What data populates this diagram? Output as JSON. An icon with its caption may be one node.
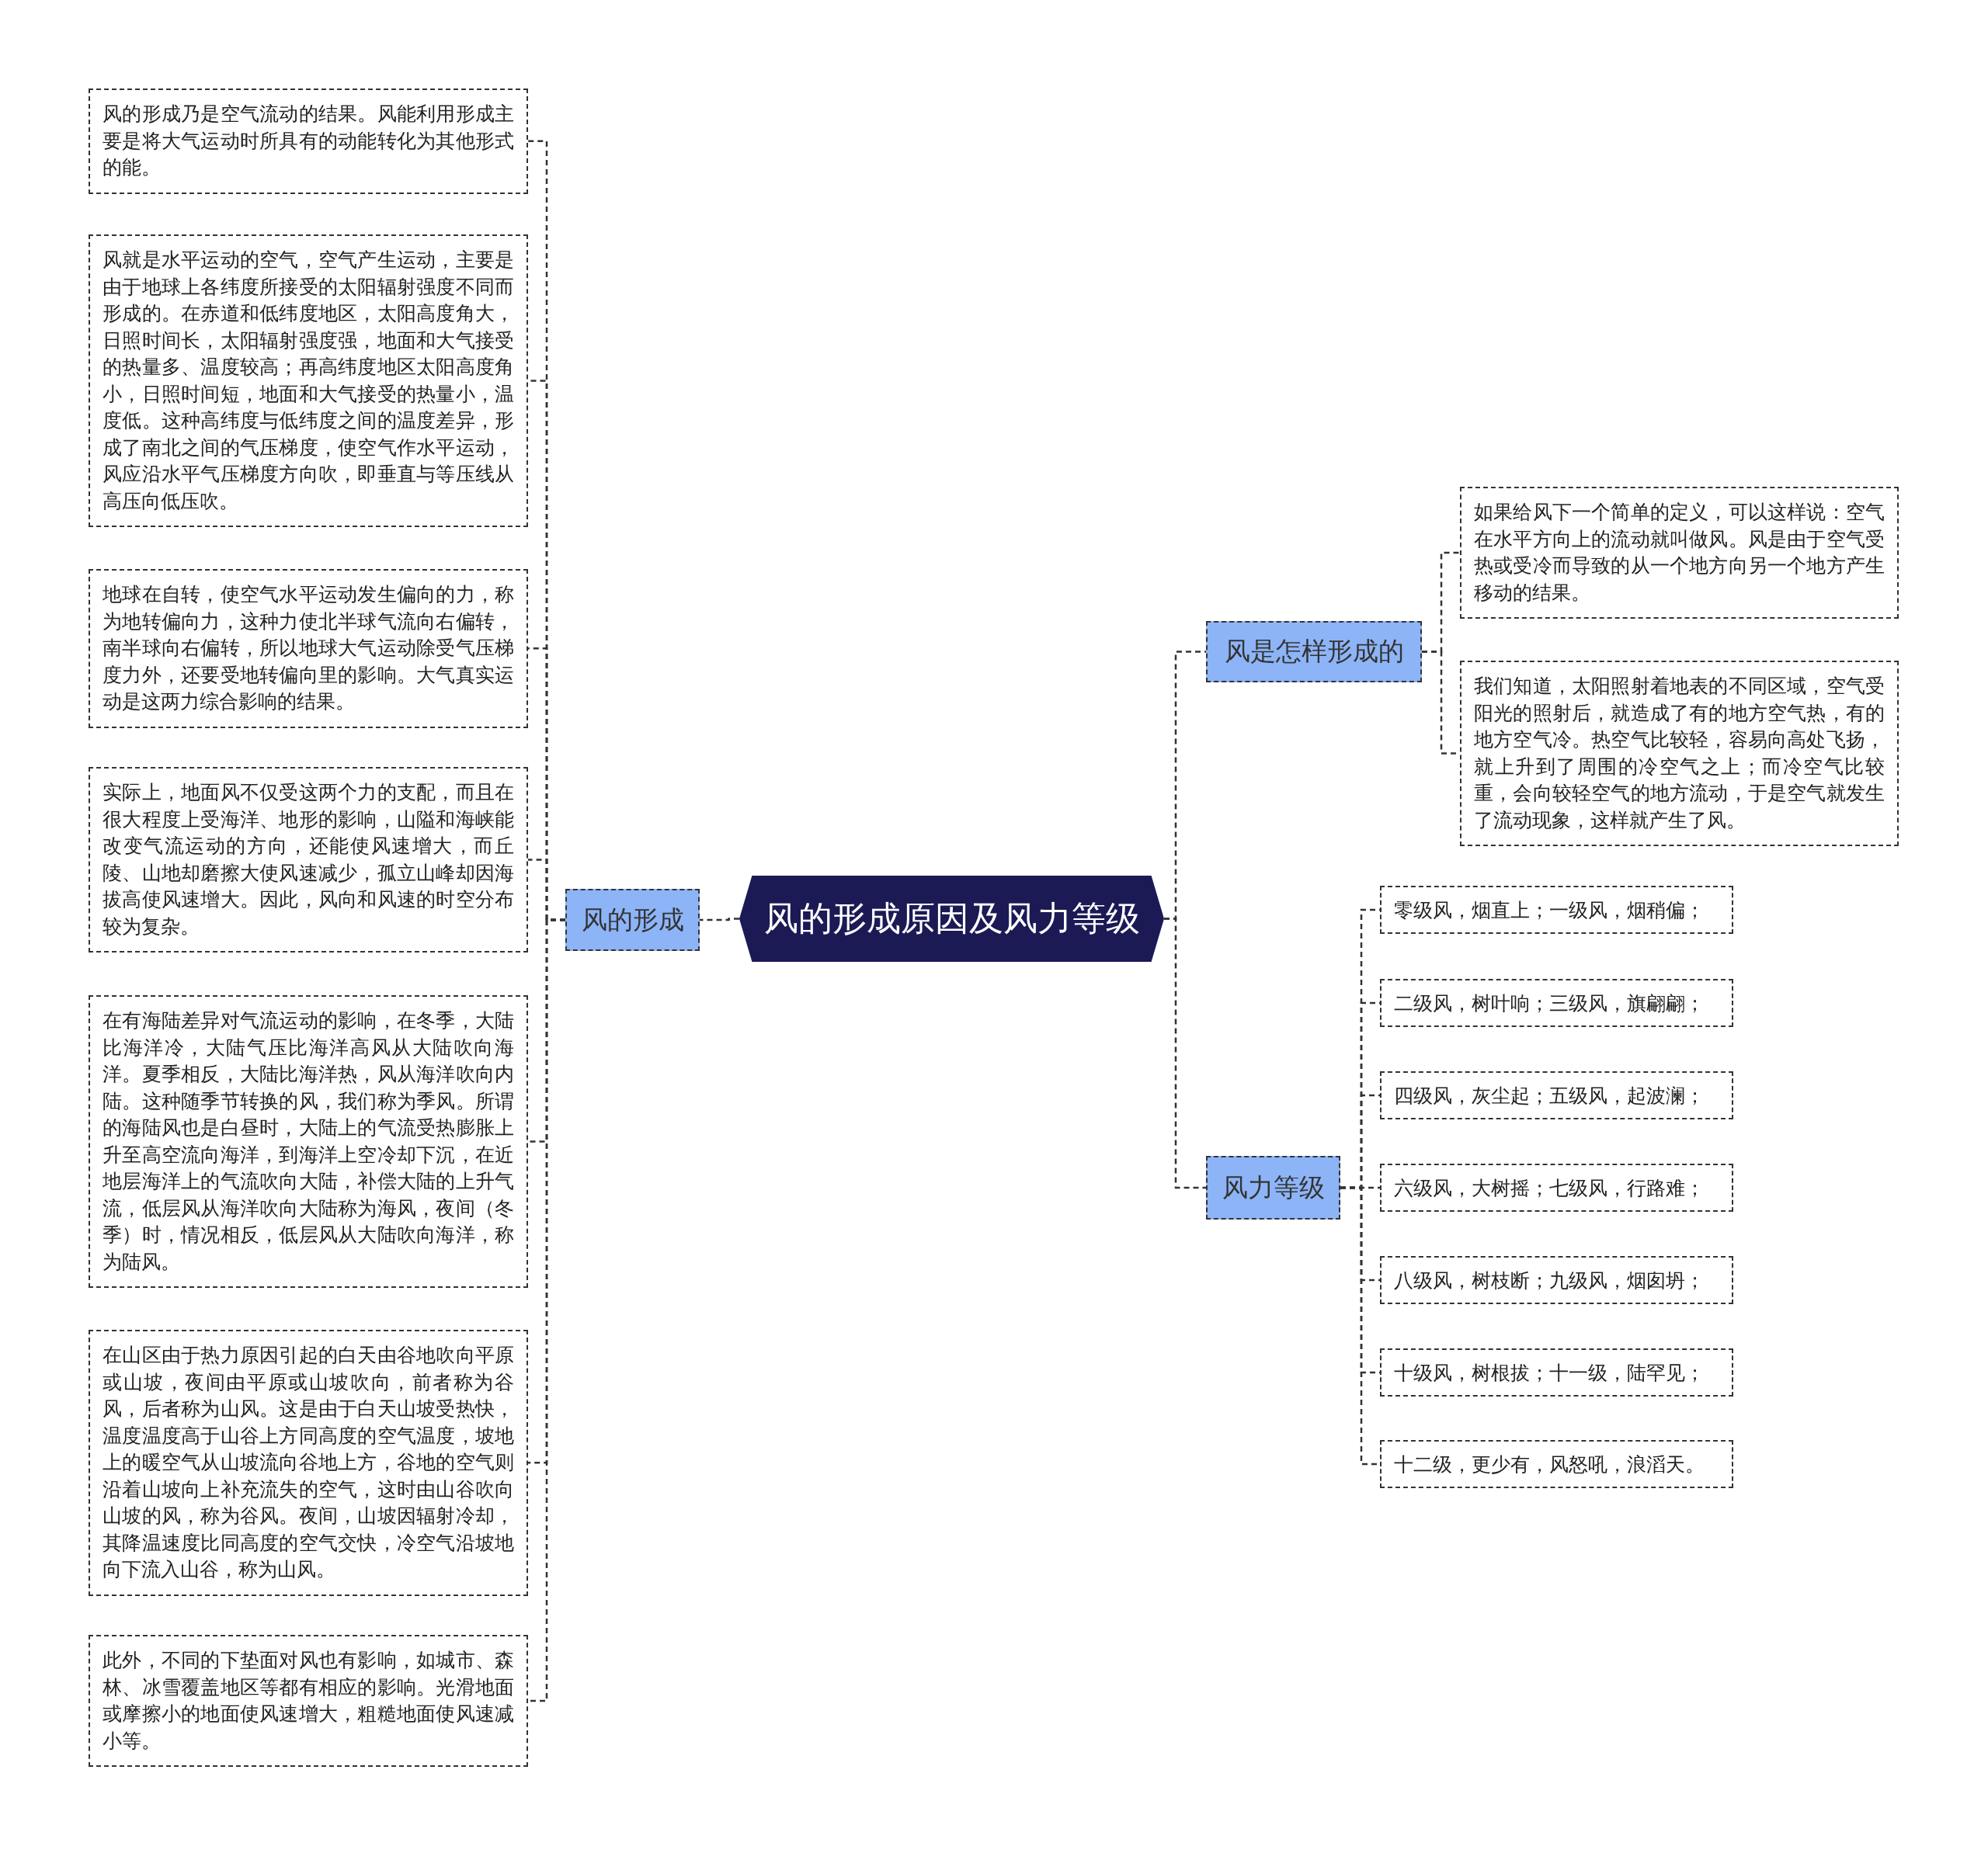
{
  "diagram": {
    "nodes": [
      {
        "text": [
          "风的形成原因及风力等级"
        ]
      },
      {
        "text": [
          "风的形成"
        ]
      },
      {
        "text": [
          "风的形成乃是空气流动的结果。风能利用形成主要是将大气运动时所具有的动能转化为其他形式的能。"
        ]
      },
      {
        "text": [
          "风就是水平运动的空气，空气产生运动，主要是由于地球上各纬度所接受的太阳辐射强度不同而形成的。在赤道和低纬度地区，太阳高度角大，日照时间长，太阳辐射强度强，地面和大气接受的热量多、温度较高；再高纬度地区太阳高度角小，日照时间短，地面和大气接受的热量小，温度低。这种高纬度与低纬度之间的温度差异，形成了南北之间的气压梯度，使空气作水平运动，风应沿水平气压梯度方向吹，即垂直与等压线从高压向低压吹。"
        ]
      },
      {
        "text": [
          "地球在自转，使空气水平运动发生偏向的力，称为地转偏向力，这种力使北半球气流向右偏转，南半球向右偏转，所以地球大气运动除受气压梯度力外，还要受地转偏向里的影响。大气真实运动是这两力综合影响的结果。"
        ]
      },
      {
        "text": [
          "实际上，地面风不仅受这两个力的支配，而且在很大程度上受海洋、地形的影响，山隘和海峡能改变气流运动的方向，还能使风速增大，而丘陵、山地却磨擦大使风速减少，孤立山峰却因海拔高使风速增大。因此，风向和风速的时空分布较为复杂。"
        ]
      },
      {
        "text": [
          "在有海陆差异对气流运动的影响，在冬季，大陆比海洋冷，大陆气压比海洋高风从大陆吹向海洋。夏季相反，大陆比海洋热，风从海洋吹向内陆。这种随季节转换的风，我们称为季风。所谓的海陆风也是白昼时，大陆上的气流受热膨胀上升至高空流向海洋，到海洋上空冷却下沉，在近地层海洋上的气流吹向大陆，补偿大陆的上升气流，低层风从海洋吹向大陆称为海风，夜间（冬季）时，情况相反，低层风从大陆吹向海洋，称为陆风。"
        ]
      },
      {
        "text": [
          "在山区由于热力原因引起的白天由谷地吹向平原或山坡，夜间由平原或山坡吹向，前者称为谷风，后者称为山风。这是由于白天山坡受热快，温度温度高于山谷上方同高度的空气温度，坡地上的暖空气从山坡流向谷地上方，谷地的空气则沿着山坡向上补充流失的空气，这时由山谷吹向山坡的风，称为谷风。夜间，山坡因辐射冷却，其降温速度比同高度的空气交快，冷空气沿坡地向下流入山谷，称为山风。"
        ]
      },
      {
        "text": [
          "此外，不同的下垫面对风也有影响，如城市、森林、冰雪覆盖地区等都有相应的影响。光滑地面或摩擦小的地面使风速增大，粗糙地面使风速减小等。"
        ]
      },
      {
        "text": [
          "风是怎样形成的"
        ]
      },
      {
        "text": [
          "如果给风下一个简单的定义，可以这样说：空气在水平方向上的流动就叫做风。风是由于空气受热或受冷而导致的从一个地方向另一个地方产生移动的结果。"
        ]
      },
      {
        "text": [
          "我们知道，太阳照射着地表的不同区域，空气受阳光的照射后，就造成了有的地方空气热，有的地方空气冷。热空气比较轻，容易向高处飞扬，就上升到了周围的冷空气之上；而冷空气比较重，会向较轻空气的地方流动，于是空气就发生了流动现象，这样就产生了风。"
        ]
      },
      {
        "text": [
          "风力等级"
        ]
      },
      {
        "text": [
          "零级风，烟直上；一级风，烟稍偏；"
        ]
      },
      {
        "text": [
          "二级风，树叶响；三级风，旗翩翩；"
        ]
      },
      {
        "text": [
          "四级风，灰尘起；五级风，起波澜；"
        ]
      },
      {
        "text": [
          "六级风，大树摇；七级风，行路难；"
        ]
      },
      {
        "text": [
          "八级风，树枝断；九级风，烟囱坍；"
        ]
      },
      {
        "text": [
          "十级风，树根拔；十一级，陆罕见；"
        ]
      },
      {
        "text": [
          "十二级，更少有，风怒吼，浪滔天。"
        ]
      }
    ],
    "edges": [
      {
        "from": 0,
        "to": 1,
        "arrow": "none"
      },
      {
        "from": 1,
        "to": 2,
        "arrow": "none"
      },
      {
        "from": 1,
        "to": 3,
        "arrow": "none"
      },
      {
        "from": 1,
        "to": 4,
        "arrow": "none"
      },
      {
        "from": 1,
        "to": 5,
        "arrow": "none"
      },
      {
        "from": 1,
        "to": 6,
        "arrow": "none"
      },
      {
        "from": 1,
        "to": 7,
        "arrow": "none"
      },
      {
        "from": 1,
        "to": 8,
        "arrow": "none"
      },
      {
        "from": 0,
        "to": 9,
        "arrow": "none"
      },
      {
        "from": 9,
        "to": 10,
        "arrow": "none"
      },
      {
        "from": 9,
        "to": 11,
        "arrow": "none"
      },
      {
        "from": 0,
        "to": 12,
        "arrow": "none"
      },
      {
        "from": 12,
        "to": 13,
        "arrow": "none"
      },
      {
        "from": 12,
        "to": 14,
        "arrow": "none"
      },
      {
        "from": 12,
        "to": 15,
        "arrow": "none"
      },
      {
        "from": 12,
        "to": 16,
        "arrow": "none"
      },
      {
        "from": 12,
        "to": 17,
        "arrow": "none"
      },
      {
        "from": 12,
        "to": 18,
        "arrow": "none"
      },
      {
        "from": 12,
        "to": 19,
        "arrow": "none"
      }
    ]
  }
}
